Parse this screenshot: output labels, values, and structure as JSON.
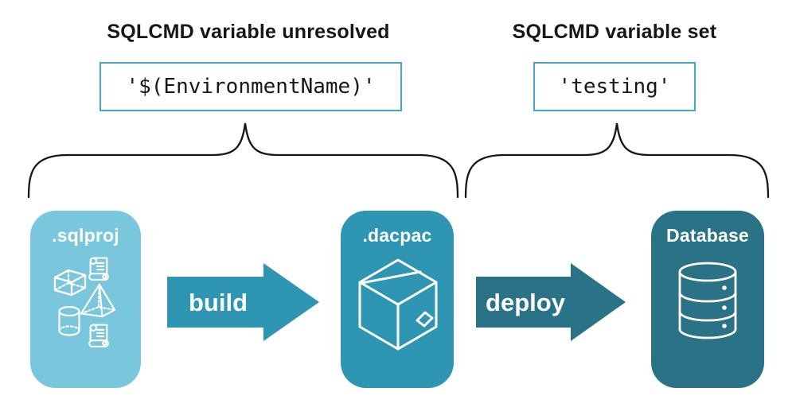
{
  "annotations": {
    "unresolved": {
      "heading": "SQLCMD variable unresolved",
      "code": "'$(EnvironmentName)'"
    },
    "set": {
      "heading": "SQLCMD variable set",
      "code": "'testing'"
    }
  },
  "pipeline": {
    "stages": [
      {
        "label": ".sqlproj",
        "icons": [
          "scroll-icon",
          "cube-icon",
          "pyramid-icon",
          "cylinder-icon",
          "scroll-icon"
        ],
        "color": "#7ac6dc"
      },
      {
        "label": ".dacpac",
        "icons": [
          "package-box-icon"
        ],
        "color": "#2e95b3"
      },
      {
        "label": "Database",
        "icons": [
          "database-stack-icon"
        ],
        "color": "#2a7286"
      }
    ],
    "arrows": [
      {
        "label": "build",
        "color": "#2e95b3"
      },
      {
        "label": "deploy",
        "color": "#2a7286"
      }
    ]
  },
  "colors": {
    "background": "#ffffff",
    "text": "#161616",
    "code_box_border": "#44a7c5",
    "brace": "#161616",
    "icon_stroke": "#ffffff"
  }
}
